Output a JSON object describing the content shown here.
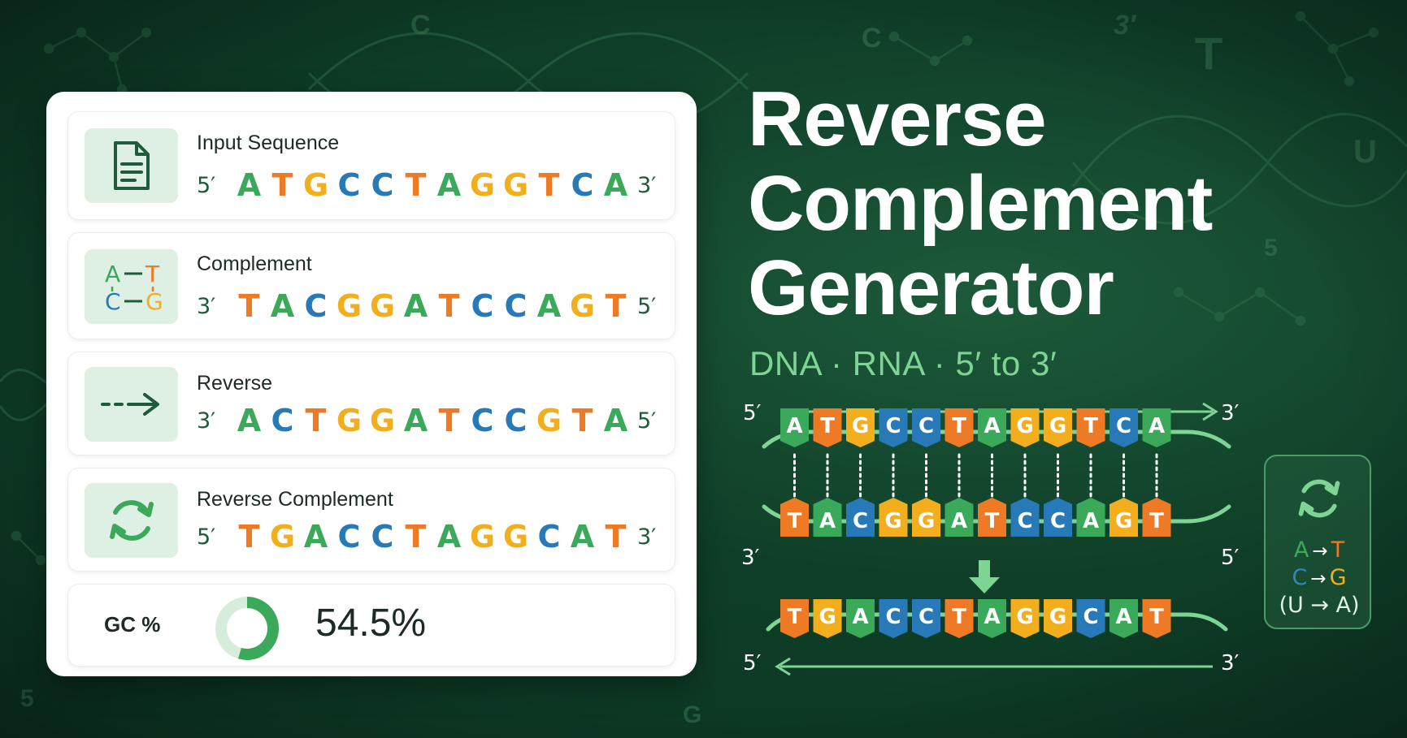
{
  "title_lines": [
    "Reverse",
    "Complement",
    "Generator"
  ],
  "subtitle": "DNA · RNA · 5′ to 3′",
  "colors": {
    "A": "#3ba95a",
    "T": "#ee7a26",
    "G": "#f2ae1d",
    "C": "#2779b7",
    "background": "#0f3f28",
    "accent": "#7ed493"
  },
  "panel": {
    "rows": [
      {
        "label": "Input Sequence",
        "icon": "document-icon",
        "left_end": "5′",
        "right_end": "3′",
        "bases": [
          "A",
          "T",
          "G",
          "C",
          "C",
          "T",
          "A",
          "G",
          "G",
          "T",
          "C",
          "A"
        ]
      },
      {
        "label": "Complement",
        "icon": "base-pair-icon",
        "icon_letters": [
          "A",
          "T",
          "C",
          "G"
        ],
        "left_end": "3′",
        "right_end": "5′",
        "bases": [
          "T",
          "A",
          "C",
          "G",
          "G",
          "A",
          "T",
          "C",
          "C",
          "A",
          "G",
          "T"
        ]
      },
      {
        "label": "Reverse",
        "icon": "arrow-right-icon",
        "left_end": "3′",
        "right_end": "5′",
        "bases": [
          "A",
          "C",
          "T",
          "G",
          "G",
          "A",
          "T",
          "C",
          "C",
          "G",
          "T",
          "A"
        ]
      },
      {
        "label": "Reverse Complement",
        "icon": "refresh-cycle-icon",
        "left_end": "5′",
        "right_end": "3′",
        "bases": [
          "T",
          "G",
          "A",
          "C",
          "C",
          "T",
          "A",
          "G",
          "G",
          "C",
          "A",
          "T"
        ]
      }
    ],
    "gc": {
      "label": "GC %",
      "value": "54.5%",
      "fraction": 0.545
    }
  },
  "diagram": {
    "top_strand": {
      "left_end": "5′",
      "right_end": "3′",
      "bases": [
        "A",
        "T",
        "G",
        "C",
        "C",
        "T",
        "A",
        "G",
        "G",
        "T",
        "C",
        "A"
      ]
    },
    "bottom_strand": {
      "left_end": "3′",
      "right_end": "5′",
      "bases": [
        "T",
        "A",
        "C",
        "G",
        "G",
        "A",
        "T",
        "C",
        "C",
        "A",
        "G",
        "T"
      ]
    },
    "result_strand": {
      "left_end": "5′",
      "right_end": "3′",
      "bases": [
        "T",
        "G",
        "A",
        "C",
        "C",
        "T",
        "A",
        "G",
        "G",
        "C",
        "A",
        "T"
      ]
    }
  },
  "legend": {
    "icon": "refresh-cycle-icon",
    "rules": [
      {
        "from": "A",
        "arrow": "→",
        "to": "T"
      },
      {
        "from": "C",
        "arrow": "→",
        "to": "G"
      }
    ],
    "rna_rule": "(U → A)"
  },
  "background_letters": [
    "C",
    "C",
    "3′",
    "T",
    "U",
    "5",
    "G",
    "5"
  ]
}
